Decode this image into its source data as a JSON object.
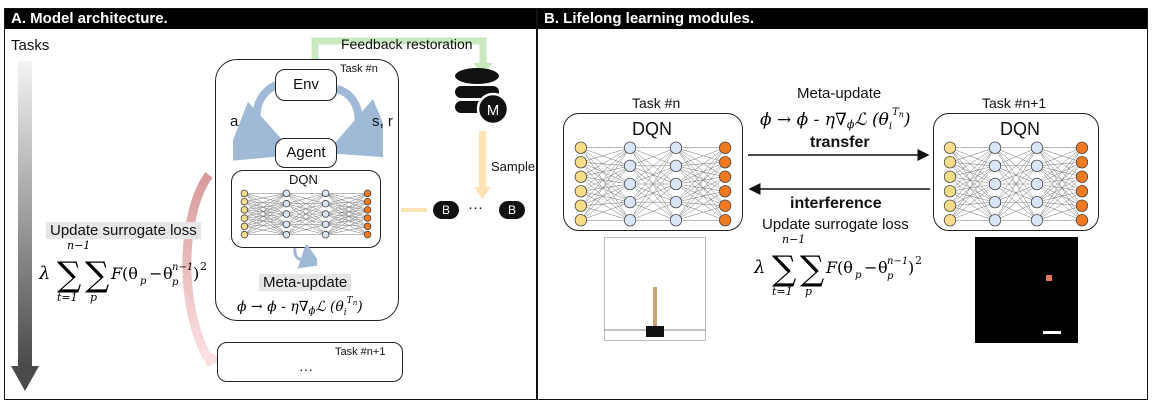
{
  "panelA": {
    "title": "A. Model architecture.",
    "tasks_label": "Tasks",
    "feedback_label": "Feedback restoration",
    "task_n_label": "Task #n",
    "env_label": "Env",
    "agent_label": "Agent",
    "action_label": "a",
    "state_reward_label": "s, r",
    "dqn_label": "DQN",
    "meta_update_label": "Meta-update",
    "sample_label": "Sample",
    "memory_glyph": "M",
    "batch_glyph": "B",
    "ellipsis": "···",
    "update_loss_label": "Update surrogate loss",
    "next_task_label": "Task #n+1",
    "next_task_ellipsis": "···"
  },
  "panelB": {
    "title": "B. Lifelong learning modules.",
    "task_n_label": "Task #n",
    "task_n1_label": "Task #n+1",
    "dqn_label": "DQN",
    "meta_update_label": "Meta-update",
    "transfer_label": "transfer",
    "interference_label": "interference",
    "update_loss_label": "Update surrogate loss"
  },
  "colors": {
    "input_node": "#f7dc8a",
    "hidden_node": "#dbe5f8",
    "output_node": "#f07a22",
    "feedback_arrow": "#c9e8c0",
    "sample_arrow": "#fde3b3",
    "cycle_arrow": "#9fb9d6",
    "loss_arrow": "#e9a4a4"
  }
}
